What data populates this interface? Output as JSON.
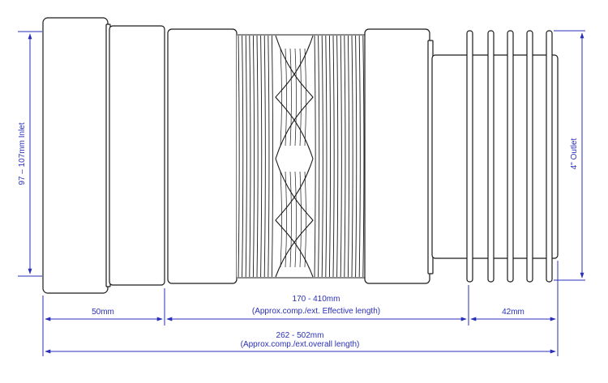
{
  "colors": {
    "outline": "#1a1a1a",
    "dimension": "#2a2fb8"
  },
  "labels": {
    "inlet": "97 – 107mm Inlet",
    "outlet": "4\" Outlet",
    "inlet_length": "50mm",
    "effective_range": "170 - 410mm",
    "effective_note": "(Approx.comp./ext. Effective length)",
    "outlet_length": "42mm",
    "overall_range": "262 - 502mm",
    "overall_note": "(Approx.comp./ext.overall length)"
  }
}
